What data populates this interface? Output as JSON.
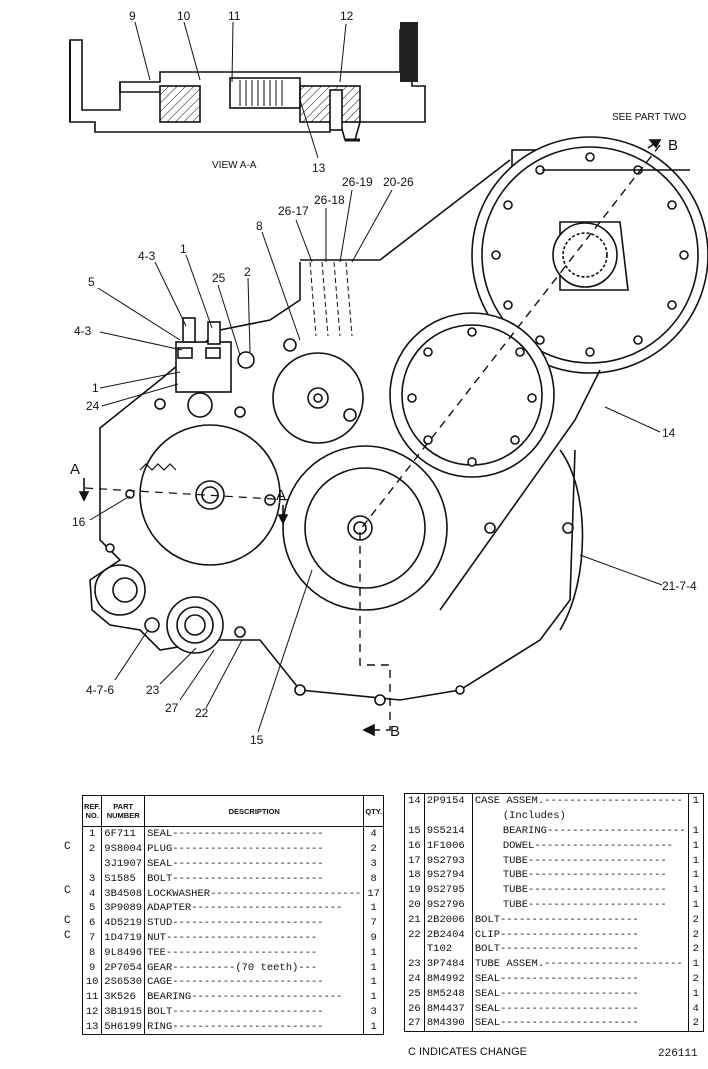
{
  "view_label": "VIEW A-A",
  "see_part": "SEE PART TWO",
  "section_letters": {
    "a_left": "A",
    "a_right": "A",
    "b_top": "B",
    "b_bottom": "B"
  },
  "callouts": {
    "c9": "9",
    "c10": "10",
    "c11": "11",
    "c12": "12",
    "c13": "13",
    "c26_17": "26-17",
    "c26_18": "26-18",
    "c26_19": "26-19",
    "c20_26": "20-26",
    "c8": "8",
    "c4_3a": "4-3",
    "c1a": "1",
    "c5": "5",
    "c4_3b": "4-3",
    "c25": "25",
    "c2": "2",
    "c1b": "1",
    "c24": "24",
    "c14": "14",
    "c16": "16",
    "c21_7_4": "21-7-4",
    "c4_7_6": "4-7-6",
    "c23": "23",
    "c27": "27",
    "c22": "22",
    "c15": "15"
  },
  "table_left": {
    "headers": {
      "ref": "REF. NO.",
      "part": "PART NUMBER",
      "desc": "DESCRIPTION",
      "qty": "QTY."
    },
    "rows": [
      {
        "c": "",
        "ref": "1",
        "part": "6F711",
        "desc": "SEAL",
        "qty": "4"
      },
      {
        "c": "C",
        "ref": "2",
        "part": "9S8004",
        "desc": "PLUG",
        "qty": "2"
      },
      {
        "c": "",
        "ref": "",
        "part": "3J1907",
        "desc": "SEAL",
        "qty": "3"
      },
      {
        "c": "",
        "ref": "3",
        "part": "S1585",
        "desc": "BOLT",
        "qty": "8"
      },
      {
        "c": "C",
        "ref": "4",
        "part": "3B4508",
        "desc": "LOCKWASHER",
        "qty": "17"
      },
      {
        "c": "",
        "ref": "5",
        "part": "3P9089",
        "desc": "ADAPTER",
        "qty": "1"
      },
      {
        "c": "C",
        "ref": "6",
        "part": "4D5219",
        "desc": "STUD",
        "qty": "7"
      },
      {
        "c": "C",
        "ref": "7",
        "part": "1D4719",
        "desc": "NUT",
        "qty": "9"
      },
      {
        "c": "",
        "ref": "8",
        "part": "9L8496",
        "desc": "TEE",
        "qty": "1"
      },
      {
        "c": "",
        "ref": "9",
        "part": "2P7054",
        "desc": "GEAR",
        "note": "(70 teeth)",
        "qty": "1"
      },
      {
        "c": "",
        "ref": "10",
        "part": "2S6530",
        "desc": "CAGE",
        "qty": "1"
      },
      {
        "c": "",
        "ref": "11",
        "part": "3K526",
        "desc": "BEARING",
        "qty": "1"
      },
      {
        "c": "",
        "ref": "12",
        "part": "3B1915",
        "desc": "BOLT",
        "qty": "3"
      },
      {
        "c": "",
        "ref": "13",
        "part": "5H6199",
        "desc": "RING",
        "qty": "1"
      }
    ]
  },
  "table_right": {
    "rows": [
      {
        "ref": "14",
        "part": "2P9154",
        "desc": "CASE ASSEM.",
        "qty": "1"
      },
      {
        "ref": "",
        "part": "",
        "desc": "(Includes)",
        "indent": true,
        "qty": ""
      },
      {
        "ref": "15",
        "part": "9S5214",
        "desc": "BEARING",
        "indent": true,
        "qty": "1"
      },
      {
        "ref": "16",
        "part": "1F1006",
        "desc": "DOWEL",
        "indent": true,
        "qty": "1"
      },
      {
        "ref": "17",
        "part": "9S2793",
        "desc": "TUBE",
        "indent": true,
        "qty": "1"
      },
      {
        "ref": "18",
        "part": "9S2794",
        "desc": "TUBE",
        "indent": true,
        "qty": "1"
      },
      {
        "ref": "19",
        "part": "9S2795",
        "desc": "TUBE",
        "indent": true,
        "qty": "1"
      },
      {
        "ref": "20",
        "part": "9S2796",
        "desc": "TUBE",
        "indent": true,
        "qty": "1"
      },
      {
        "ref": "21",
        "part": "2B2006",
        "desc": "BOLT",
        "qty": "2"
      },
      {
        "ref": "22",
        "part": "2B2404",
        "desc": "CLIP",
        "qty": "2"
      },
      {
        "ref": "",
        "part": "T102",
        "desc": "BOLT",
        "qty": "2"
      },
      {
        "ref": "23",
        "part": "3P7484",
        "desc": "TUBE ASSEM.",
        "qty": "1"
      },
      {
        "ref": "24",
        "part": "8M4992",
        "desc": "SEAL",
        "qty": "2"
      },
      {
        "ref": "25",
        "part": "8M5248",
        "desc": "SEAL",
        "qty": "1"
      },
      {
        "ref": "26",
        "part": "8M4437",
        "desc": "SEAL",
        "qty": "4"
      },
      {
        "ref": "27",
        "part": "8M4390",
        "desc": "SEAL",
        "qty": "2"
      }
    ]
  },
  "footer_note": "C INDICATES CHANGE",
  "drawing_number": "226111"
}
